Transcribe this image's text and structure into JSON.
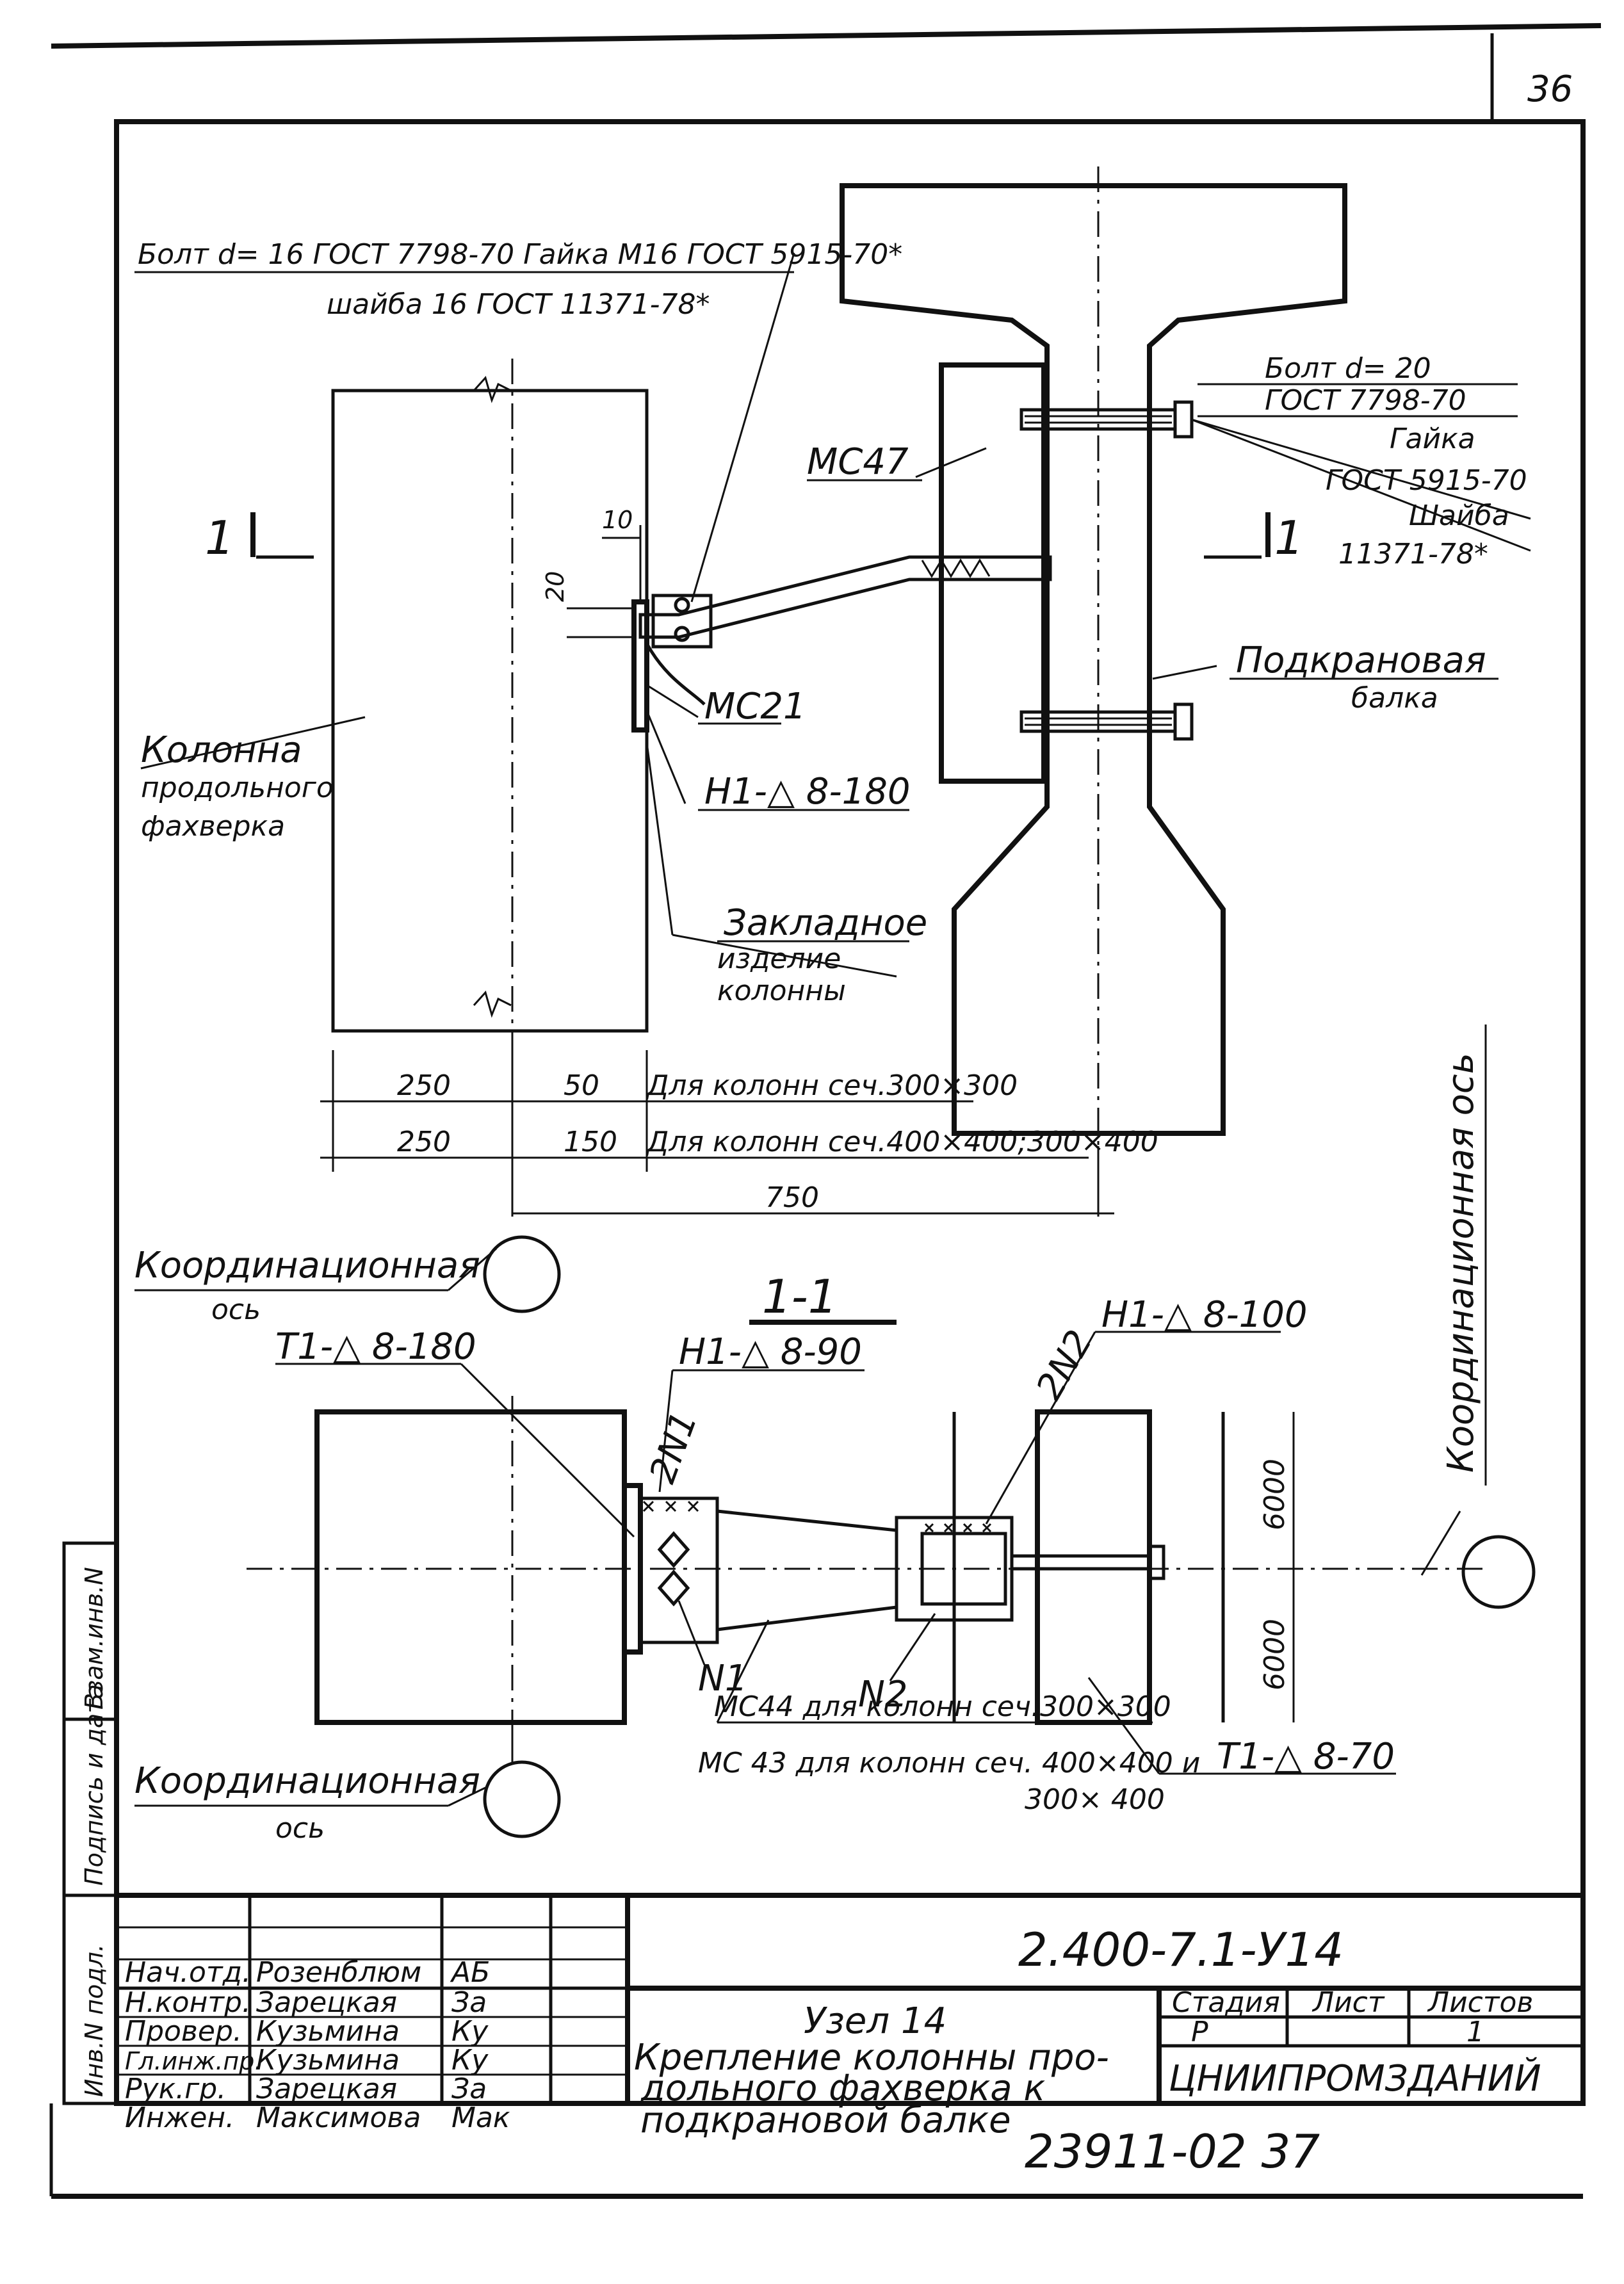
{
  "sheet": {
    "page_number": "36",
    "archive_number": "23911-02   37"
  },
  "elevation": {
    "bolt_top_line1": "Болт d= 16 ГОСТ 7798-70 Гайка М16 ГОСТ 5915-70*",
    "bolt_top_line2": "шайба 16 ГОСТ 11371-78*",
    "bolt_right": [
      "Болт d= 20",
      "ГОСТ 7798-70",
      "Гайка",
      "ГОСТ 5915-70",
      "Шайба",
      "11371-78*"
    ],
    "mc47": "МС47",
    "mc21": "МС21",
    "column_label": [
      "Колонна",
      "продольного",
      "фахверка"
    ],
    "crane_beam_label": [
      "Подкрановая",
      "балка"
    ],
    "weld_1": "Н1-△ 8-180",
    "embedded_label": [
      "Закладное",
      "изделие",
      "колонны"
    ],
    "dim_10": "10",
    "dim_20": "20",
    "dim_row1": [
      "250",
      "50",
      "Для колонн сеч.300×300"
    ],
    "dim_row2": [
      "250",
      "150",
      "Для колонн сеч.400×400;300×400"
    ],
    "dim_750": "750",
    "section_mark": "1",
    "coord_axis": [
      "Координационная",
      "ось"
    ],
    "coord_axis_vertical": "Координационная ось"
  },
  "section": {
    "title": "1-1",
    "weld_left": "Т1-△ 8-180",
    "weld_n1": "Н1-△ 8-90",
    "weld_n2": "Н1-△ 8-100",
    "weld_bottom": "Т1-△ 8-70",
    "label_2n1": "2N1",
    "label_2n2": "2N2",
    "label_n1": "N1",
    "label_n2": "N2",
    "dim_top": "6000",
    "dim_bottom": "6000",
    "mc44": "МС44 для колонн сеч.300×300",
    "mc43_line1": "МС 43 для колонн сеч. 400×400 и",
    "mc43_line2": "300× 400",
    "coord_axis": [
      "Координационная",
      "ось"
    ]
  },
  "side_stamp": [
    "Инв.N подл.",
    "Подпись и дата",
    "Взам.инв.N"
  ],
  "title_block": {
    "designation": "2.400-7.1-У14",
    "roles": [
      "Нач.отд.",
      "Н.контр.",
      "Провер.",
      "Гл.инж.пр.",
      "Рук.гр.",
      "Инжен."
    ],
    "names": [
      "Розенблюм",
      "Зарецкая",
      "Кузьмина",
      "Кузьмина",
      "Зарецкая",
      "Максимова"
    ],
    "signatures": [
      "АБ",
      "За",
      "Ку",
      "Ку",
      "За",
      "Мак"
    ],
    "node_title": "Узел 14",
    "description": [
      "Крепление колонны про-",
      "дольного фахверка к",
      "подкрановой балке"
    ],
    "stage_header": "Стадия",
    "sheet_header": "Лист",
    "sheets_header": "Листов",
    "stage": "Р",
    "sheets": "1",
    "organization": "ЦНИИПРОМЗДАНИЙ"
  }
}
